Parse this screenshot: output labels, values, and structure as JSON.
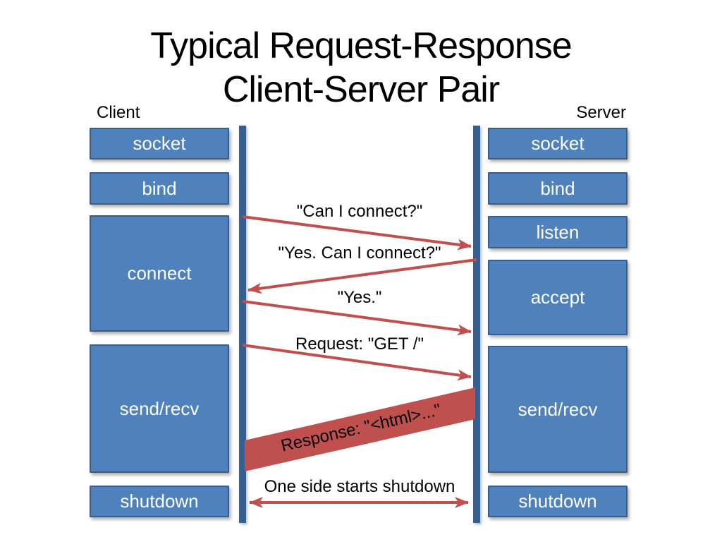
{
  "title": {
    "line1": "Typical Request-Response",
    "line2": "Client-Server Pair"
  },
  "client": {
    "label": "Client",
    "boxes": [
      "socket",
      "bind",
      "connect",
      "send/recv",
      "shutdown"
    ]
  },
  "server": {
    "label": "Server",
    "boxes": [
      "socket",
      "bind",
      "listen",
      "accept",
      "send/recv",
      "shutdown"
    ]
  },
  "messages": {
    "can_i_connect": "\"Can I connect?\"",
    "yes_can_i_connect": "\"Yes. Can I connect?\"",
    "yes": "\"Yes.\"",
    "request": "Request: \"GET /\"",
    "response": "Response: \"<html>...\"",
    "shutdown_note": "One side starts shutdown"
  },
  "colors": {
    "box_fill": "#4F81BD",
    "box_border": "#385D8A",
    "timeline": "#365F91",
    "arrow": "#C0504D",
    "band": "#C0504D",
    "title_text": "#000000",
    "box_text": "#FFFFFF"
  }
}
